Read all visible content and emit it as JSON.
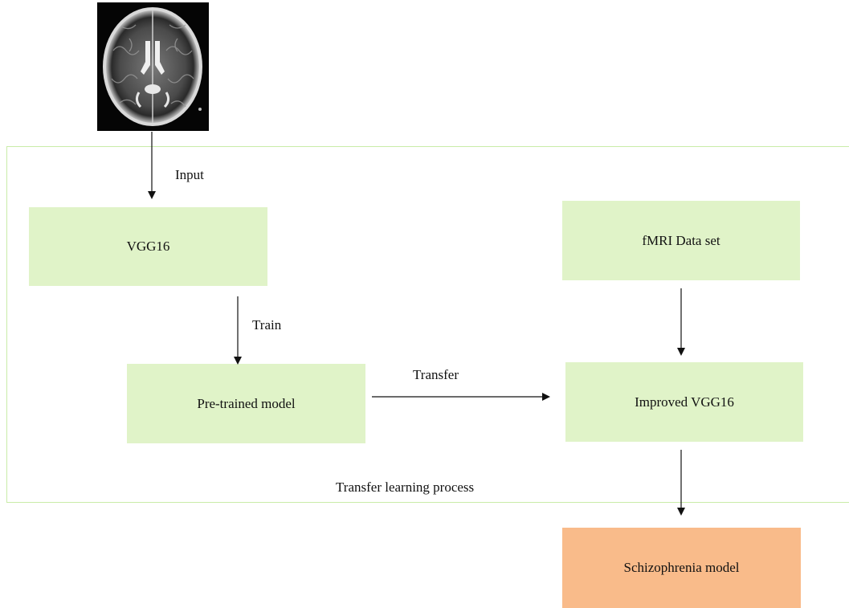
{
  "diagram": {
    "input_label": "Input",
    "train_label": "Train",
    "transfer_label": "Transfer",
    "process_label": "Transfer learning process",
    "nodes": {
      "vgg16": "VGG16",
      "pretrained": "Pre-trained model",
      "fmri": "fMRI Data set",
      "improved": "Improved VGG16",
      "schizophrenia": "Schizophrenia model"
    },
    "colors": {
      "node_fill": "#e0f3c8",
      "output_fill": "#f9bb8a",
      "frame_stroke": "#c9eca8",
      "arrow": "#111111"
    },
    "image": {
      "subject": "axial brain MRI scan"
    }
  }
}
